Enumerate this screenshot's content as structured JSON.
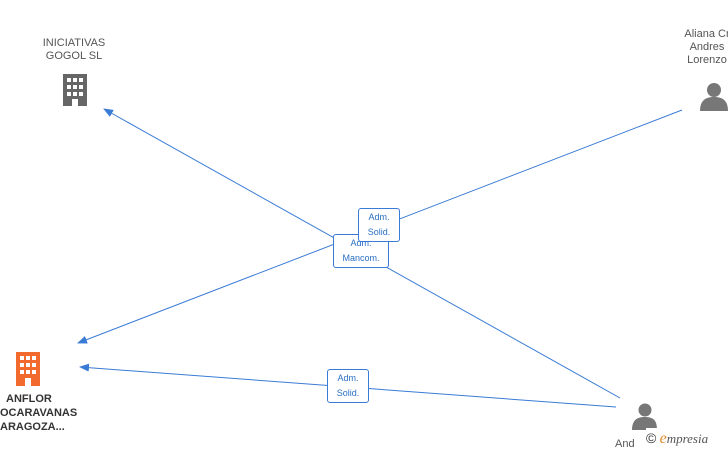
{
  "nodes": {
    "iniciativas": {
      "line1": "INICIATIVAS",
      "line2": "GOGOL  SL",
      "icon": "building-icon",
      "color": "#666666"
    },
    "aliana": {
      "line1": "Aliana Cr",
      "line2": "Andres",
      "line3": "Lorenzo",
      "icon": "person-icon",
      "color": "#777777"
    },
    "main": {
      "line1": "ANFLOR",
      "line2": "OCARAVANAS",
      "line3": "ARAGOZA...",
      "icon": "building-icon",
      "color": "#f26a2e"
    },
    "andres": {
      "line1": "And",
      "icon": "person-icon",
      "color": "#777777"
    }
  },
  "edges": {
    "e1": {
      "line1": "Adm.",
      "line2": "Mancom."
    },
    "e2": {
      "line1": "Adm.",
      "line2": "Solid."
    },
    "e3": {
      "line1": "Adm.",
      "line2": "Solid."
    }
  },
  "edge_color": "#3a7bd5",
  "watermark": {
    "copyright": "©",
    "brand_initial": "e",
    "brand_rest": "mpresia"
  }
}
